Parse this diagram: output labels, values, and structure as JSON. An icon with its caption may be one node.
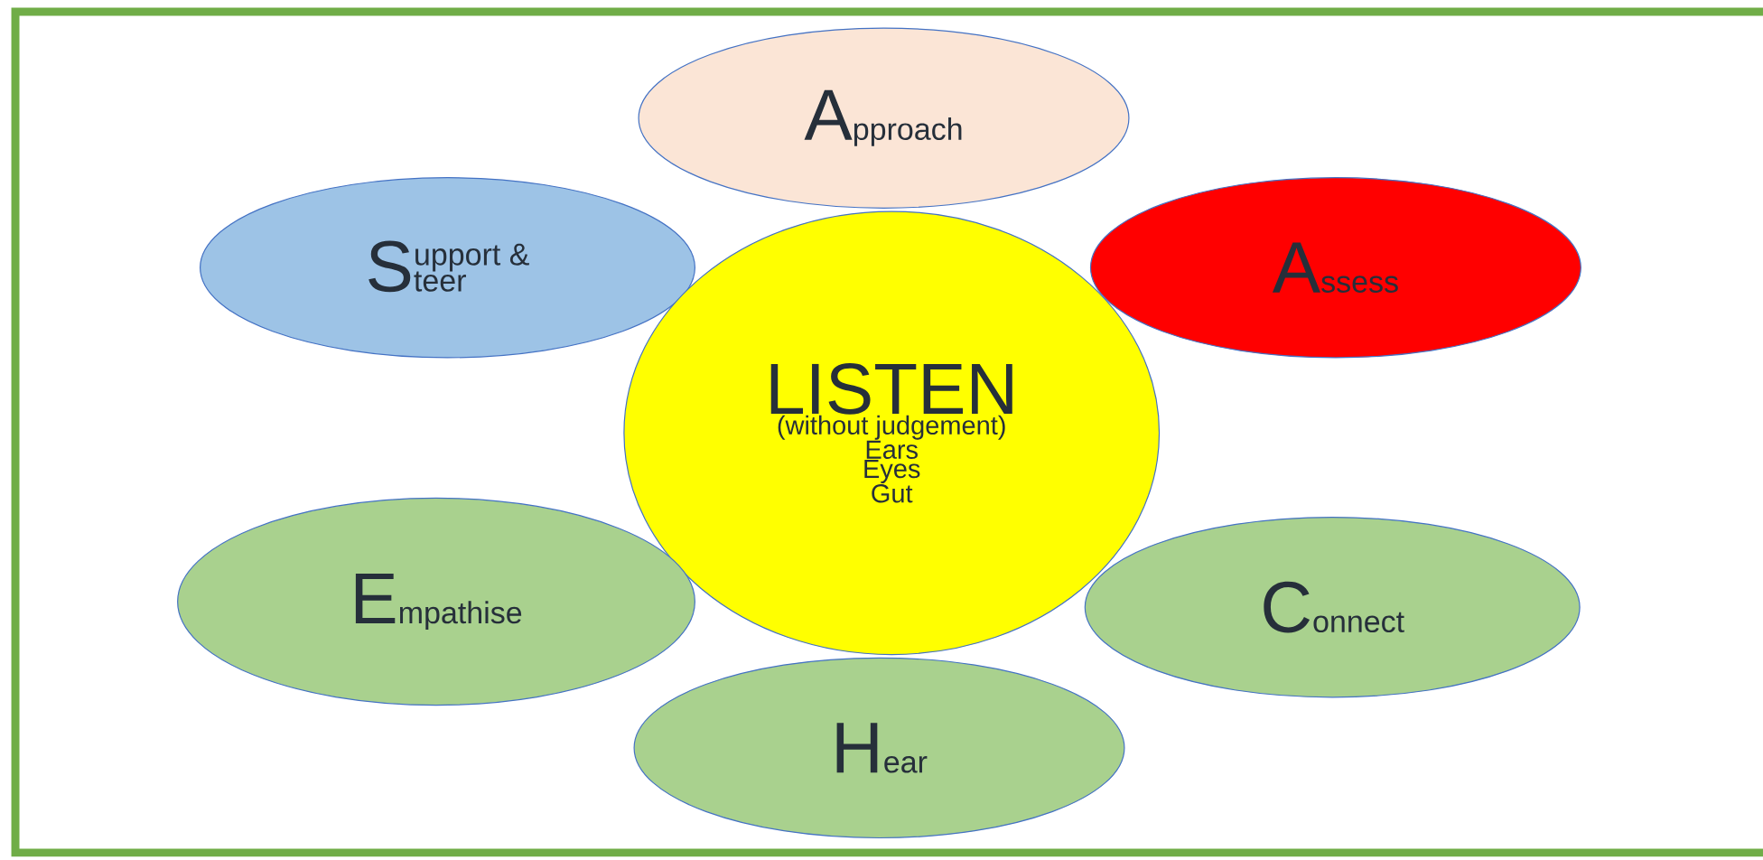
{
  "diagram": {
    "nodes": [
      {
        "text": [
          "A",
          "pproach"
        ]
      },
      {
        "text": [
          "S",
          "upport &",
          "teer"
        ]
      },
      {
        "text": [
          "A",
          "ssess"
        ]
      },
      {
        "text": [
          "LISTEN",
          "(without judgement)",
          "Ears",
          "Eyes",
          "Gut"
        ]
      },
      {
        "text": [
          "E",
          "mpathise"
        ]
      },
      {
        "text": [
          "C",
          "onnect"
        ]
      },
      {
        "text": [
          "H",
          "ear"
        ]
      }
    ]
  }
}
